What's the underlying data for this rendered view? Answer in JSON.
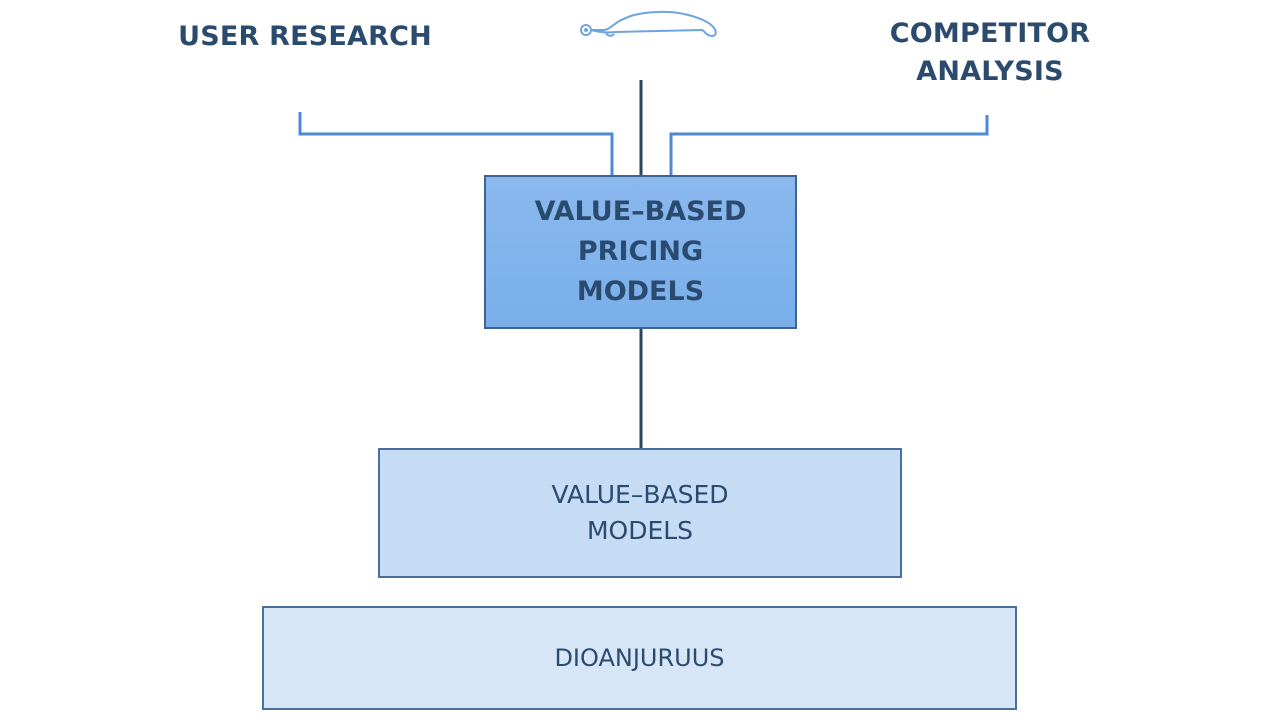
{
  "sources": {
    "left_label": "USER RESEARCH",
    "right_label": "COMPETITOR ANALYSIS",
    "top_icon": "car-icon"
  },
  "boxes": {
    "main": "VALUE–BASED PRICING MODELS",
    "middle": "VALUE–BASED MODELS",
    "base": "DIOANJURUUS"
  },
  "colors": {
    "text": "#2a4a6e",
    "main_fill": "#7fb2ec",
    "middle_fill": "#c6dcf4",
    "base_fill": "#d7e6f7",
    "connector_blue": "#4d8ad6",
    "connector_dark": "#2f4258",
    "icon_stroke": "#6ea4e0"
  }
}
